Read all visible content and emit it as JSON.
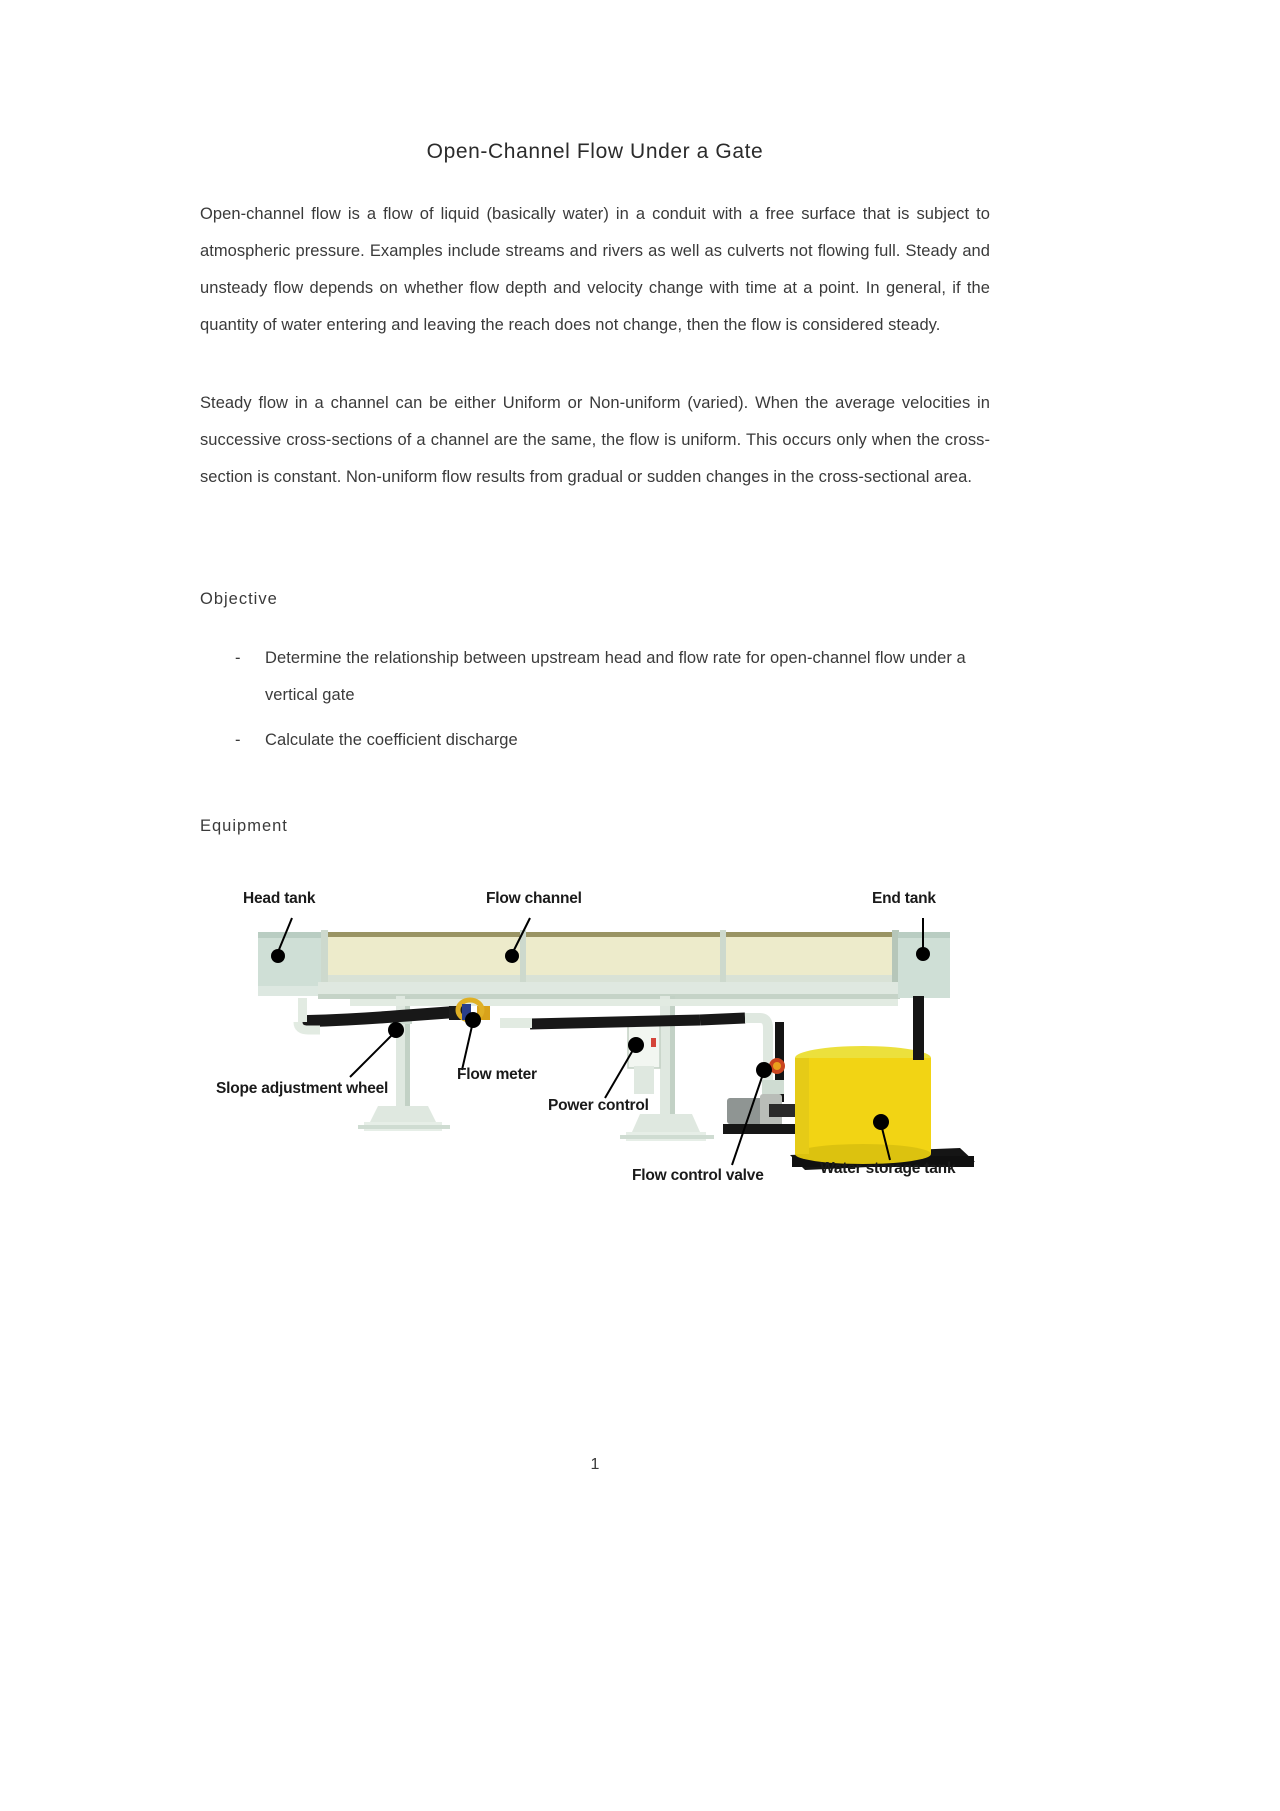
{
  "document": {
    "title": "Open-Channel Flow Under a Gate",
    "page_number": "1",
    "paragraphs": {
      "intro": "Open-channel flow is a flow of liquid (basically water) in a conduit with a free surface that is subject to atmospheric pressure. Examples include streams and rivers as well as culverts not flowing full. Steady and unsteady flow depends on whether flow depth and velocity change with time at a point. In general, if the quantity of water entering and leaving the reach does not change, then the flow is considered steady.",
      "steady": "Steady flow in a channel can be either Uniform or Non-uniform (varied). When the average velocities in successive cross-sections of a channel are the same, the flow is uniform. This occurs only when the cross-section is constant. Non-uniform flow results from gradual or sudden changes in the cross-sectional area."
    },
    "sections": {
      "objective_heading": "Objective",
      "equipment_heading": "Equipment"
    },
    "objectives": [
      {
        "marker": "-",
        "text": "Determine the relationship between upstream head and flow rate for open-channel flow under a vertical gate"
      },
      {
        "marker": "-",
        "text": "Calculate the coefficient discharge"
      }
    ]
  },
  "figure": {
    "labels": [
      {
        "id": "head-tank",
        "text": "Head tank"
      },
      {
        "id": "flow-channel",
        "text": "Flow channel"
      },
      {
        "id": "end-tank",
        "text": "End tank"
      },
      {
        "id": "slope-adjustment-wheel",
        "text": "Slope adjustment wheel"
      },
      {
        "id": "flow-meter",
        "text": "Flow meter"
      },
      {
        "id": "power-control",
        "text": "Power control"
      },
      {
        "id": "flow-control-valve",
        "text": "Flow control valve"
      },
      {
        "id": "water-storage-tank",
        "text": "Water storage tank"
      }
    ],
    "colors": {
      "channel_glass": "#eeeccf",
      "frame": "#dfe8e0",
      "frame_dark": "#c3d2c6",
      "tank_yellow": "#f2d82a",
      "base_black": "#121212",
      "hose_black": "#1a1a1a",
      "leader_line": "#000000"
    }
  }
}
